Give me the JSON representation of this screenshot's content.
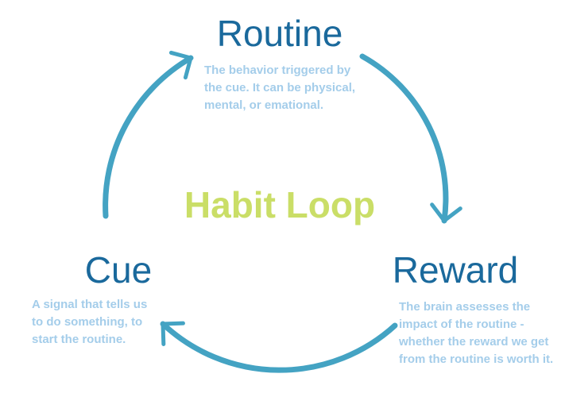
{
  "diagram": {
    "center_title": "Habit Loop",
    "nodes": {
      "routine": {
        "title": "Routine",
        "description": "The behavior triggered by\nthe cue. It can be physical,\nmental, or emational."
      },
      "reward": {
        "title": "Reward",
        "description": "The brain assesses  the\nimpact of the routine -\nwhether the reward we get\nfrom the routine is worth it."
      },
      "cue": {
        "title": "Cue",
        "description": "A signal that tells us\nto do something, to\nstart the routine."
      }
    },
    "arrows": [
      {
        "name": "routine-to-reward",
        "from": "Routine",
        "to": "Reward"
      },
      {
        "name": "reward-to-cue",
        "from": "Reward",
        "to": "Cue"
      },
      {
        "name": "cue-to-routine",
        "from": "Cue",
        "to": "Routine"
      }
    ],
    "colors": {
      "node_title": "#1a699c",
      "description_text": "#a4cdea",
      "arrow": "#44a3c3",
      "center_title": "#cade67",
      "background": "#ffffff"
    }
  }
}
